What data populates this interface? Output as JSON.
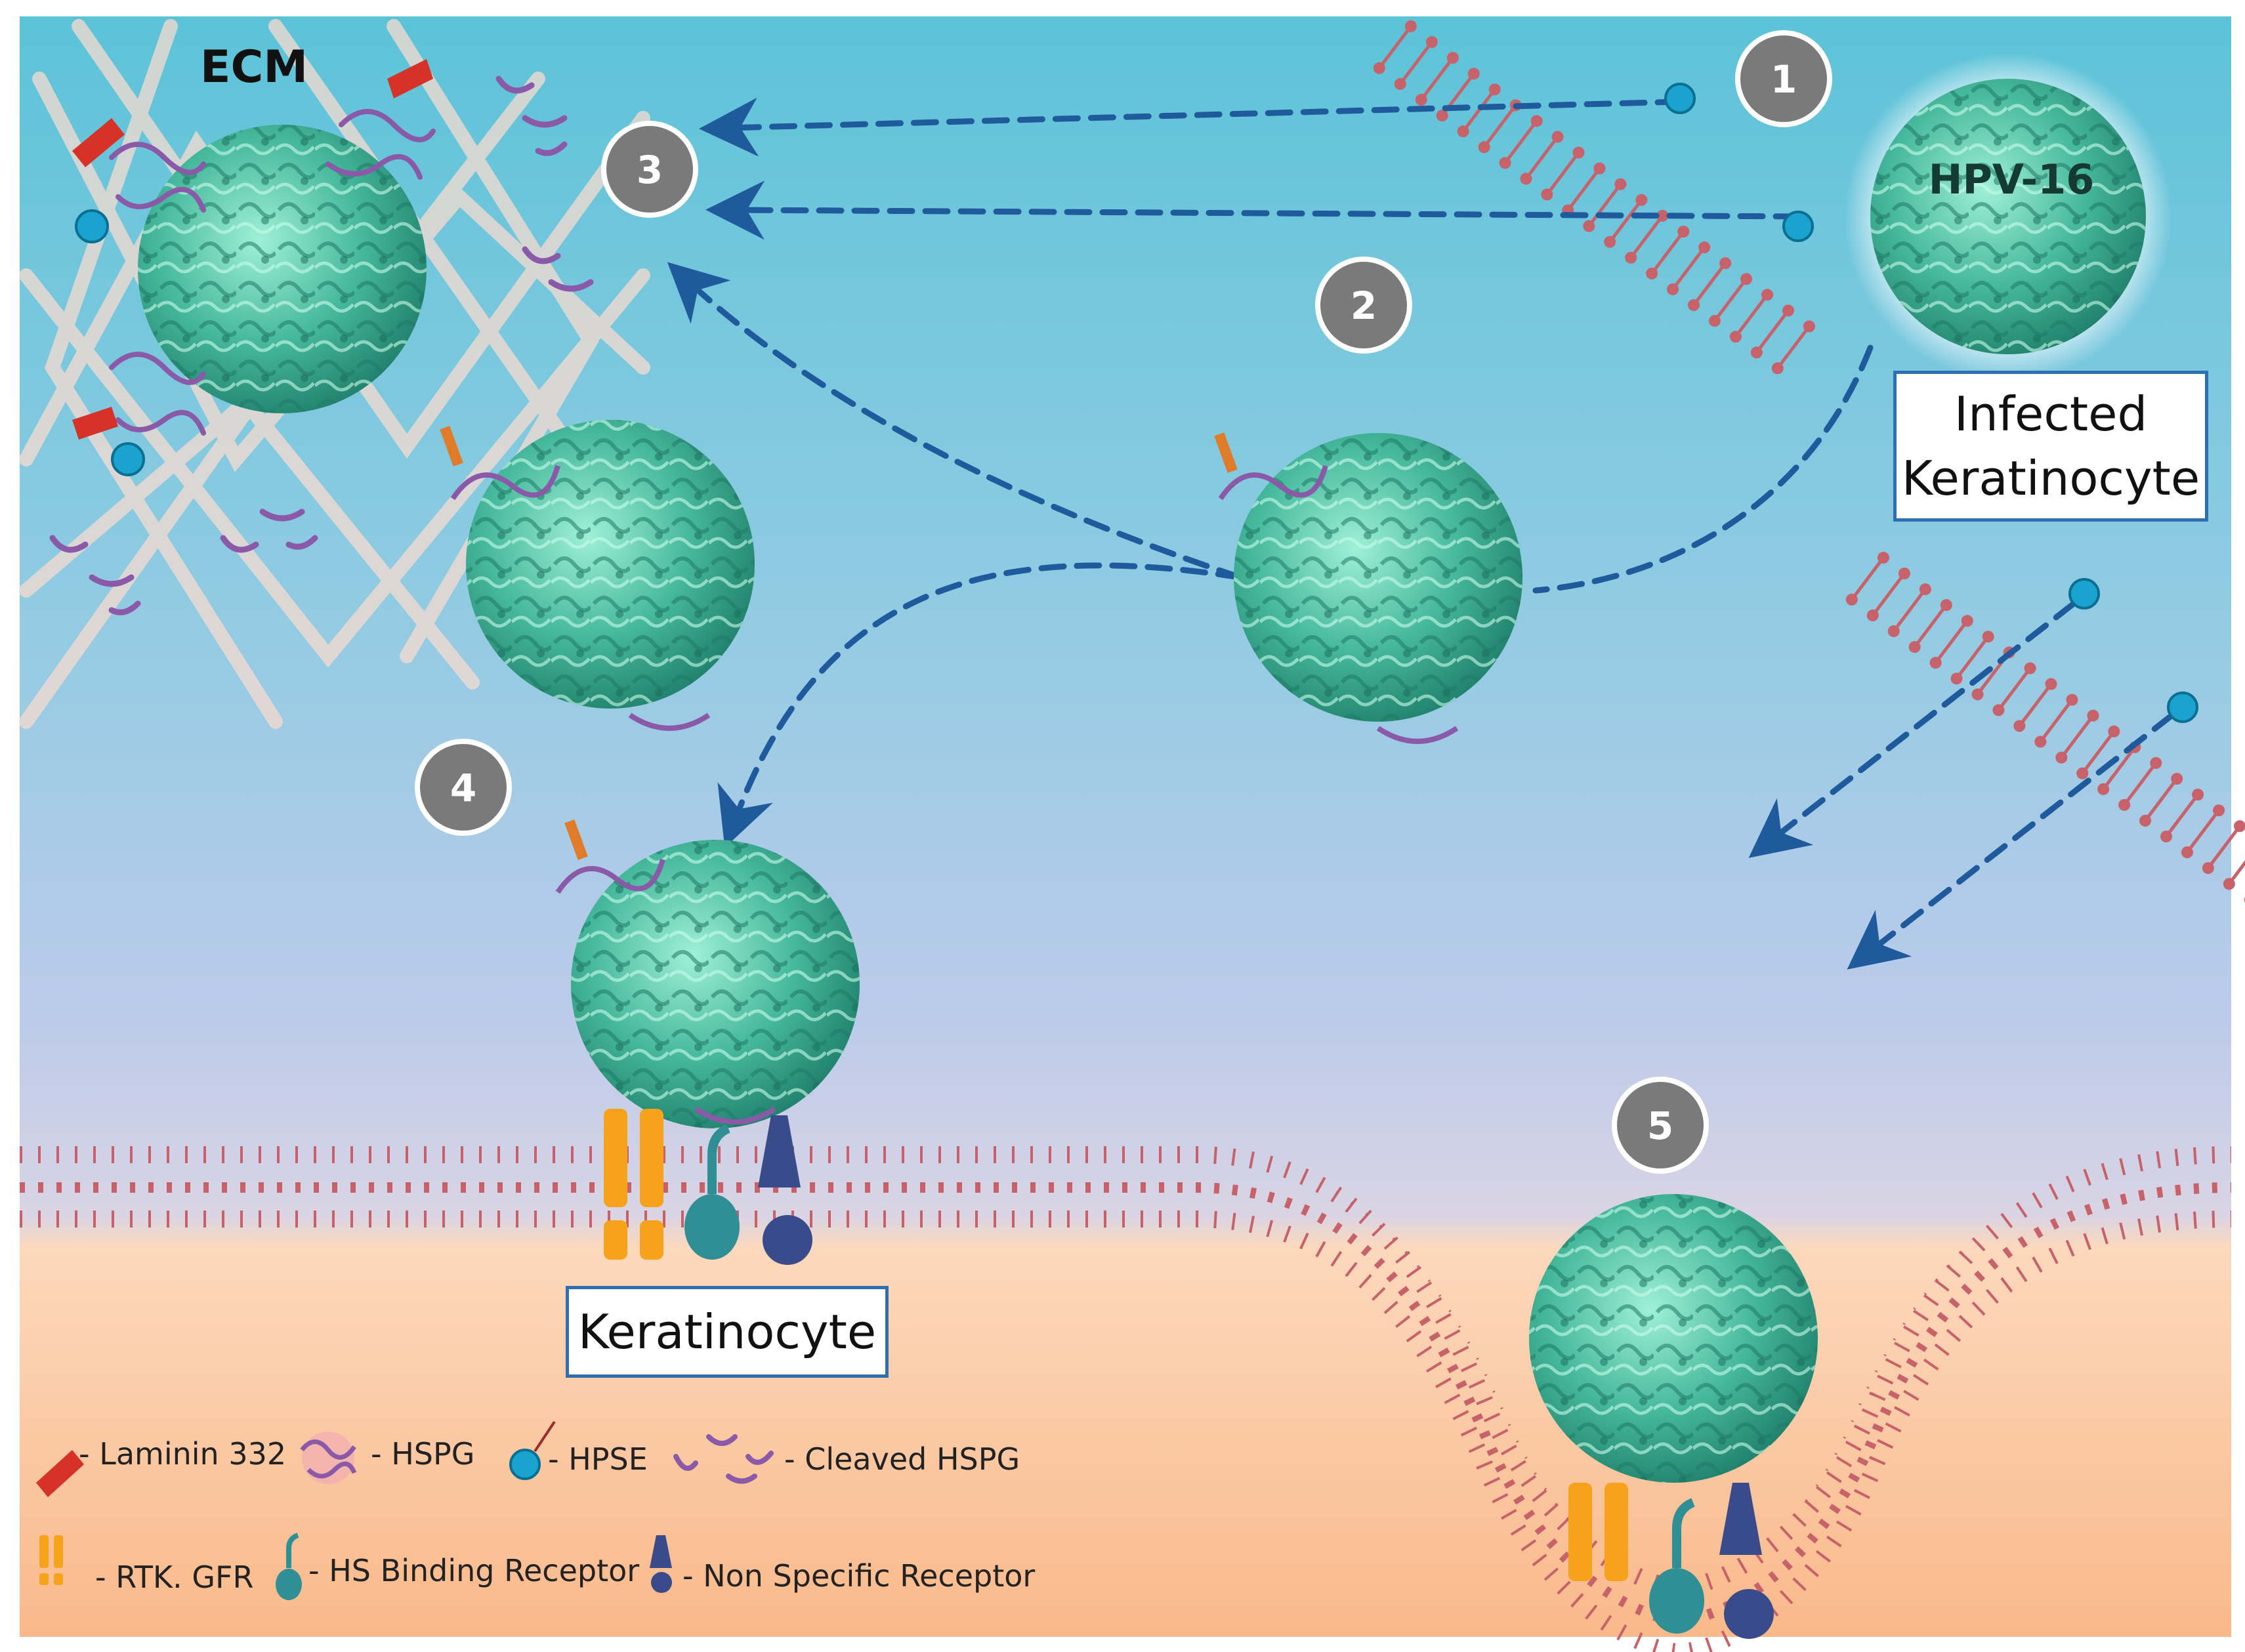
{
  "labels": {
    "ecm": "ECM",
    "hpv": "HPV-16",
    "infected_line1": "Infected",
    "infected_line2": "Keratinocyte",
    "keratinocyte": "Keratinocyte"
  },
  "steps": [
    "1",
    "2",
    "3",
    "4",
    "5"
  ],
  "legend": {
    "laminin": "- Laminin 332",
    "hspg": "- HSPG",
    "hpse": "- HPSE",
    "cleaved": "- Cleaved HSPG",
    "rtk": "- RTK. GFR",
    "hs_receptor": "- HS Binding Receptor",
    "nonspecific": "- Non Specific Receptor"
  },
  "colors": {
    "sky_top": "#63c3d9",
    "sky_mid": "#b9cdea",
    "cytoplasm": "#fbc79e",
    "membrane": "#c9646c",
    "virus": "#3aa88e",
    "virus_light": "#8fe0c8",
    "hspg": "#8a5aa8",
    "hpse": "#1aa3cf",
    "laminin": "#d63228",
    "arrow": "#1e5a9c",
    "rtk": "#f7a21b",
    "hs_receptor": "#2f8f95",
    "nonspecific": "#3a4b8c",
    "badge": "#7a7a7a"
  }
}
